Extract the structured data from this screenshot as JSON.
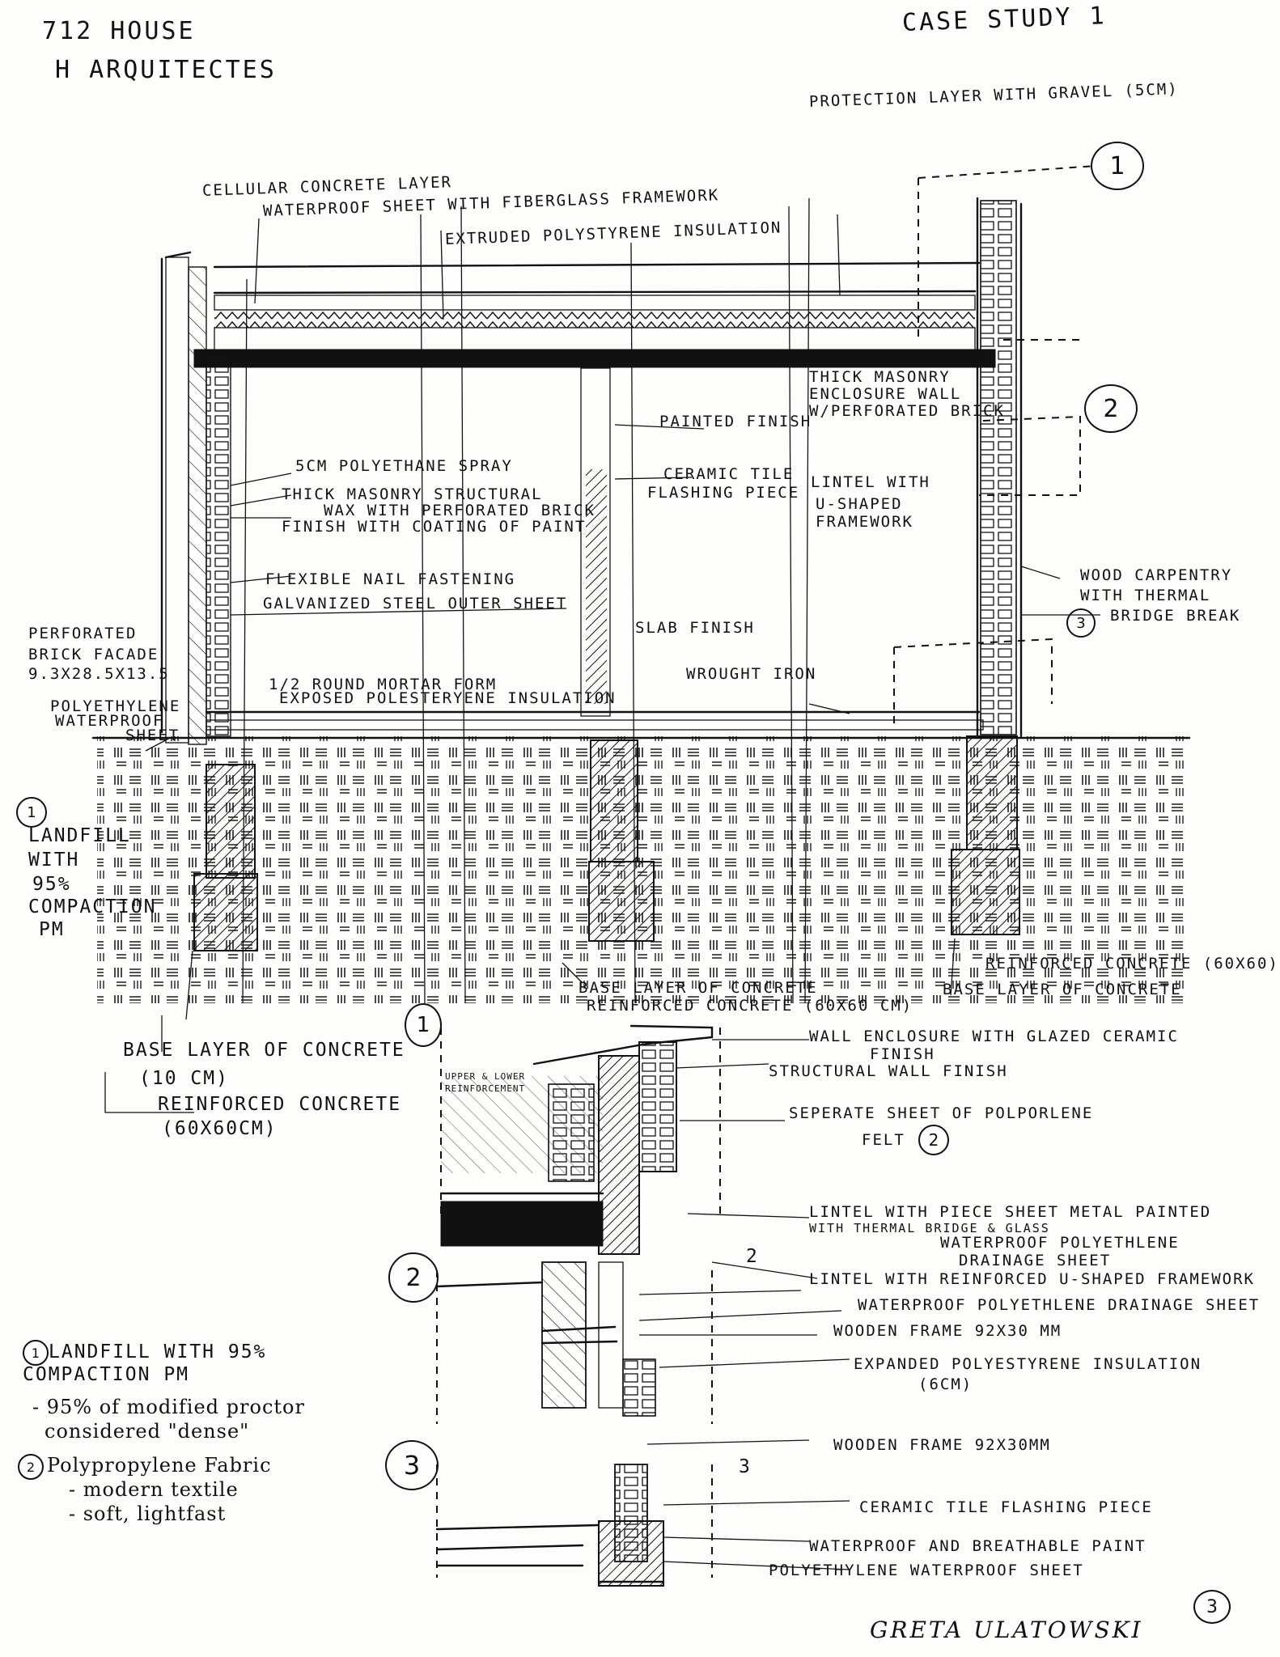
{
  "header": {
    "title_line1": "712 HOUSE",
    "title_line2": "H ARQUITECTES",
    "case_study": "CASE STUDY 1"
  },
  "section_labels": {
    "protection_layer": "PROTECTION LAYER WITH GRAVEL (5CM)",
    "cellular_concrete": "CELLULAR CONCRETE LAYER",
    "waterproof_sheet": "WATERPROOF SHEET WITH FIBERGLASS FRAMEWORK",
    "extruded_insulation": "EXTRUDED POLYSTYRENE INSULATION",
    "thick_masonry_1": "THICK MASONRY",
    "thick_masonry_2": "ENCLOSURE WALL",
    "thick_masonry_3": "W/PERFORATED BRICK",
    "painted_finish": "PAINTED FINISH",
    "ceramic_tile_1": "CERAMIC TILE",
    "ceramic_tile_2": "FLASHING PIECE",
    "lintel_1": "LINTEL WITH",
    "lintel_2": "U-SHAPED",
    "lintel_3": "FRAMEWORK",
    "poly_spray": "5CM POLYETHANE SPRAY",
    "masonry_structural_1": "THICK MASONRY STRUCTURAL",
    "masonry_structural_2": "WAX WITH PERFORATED BRICK",
    "finish_coating": "FINISH WITH COATING OF PAINT",
    "flexible_nail_1": "FLEXIBLE NAIL FASTENING",
    "flexible_nail_2": "GALVANIZED STEEL OUTER SHEET",
    "wood_carpentry_1": "WOOD CARPENTRY",
    "wood_carpentry_2": "WITH THERMAL",
    "wood_carpentry_3": "BRIDGE BREAK",
    "perforated_brick_1": "PERFORATED",
    "perforated_brick_2": "BRICK FACADE",
    "perforated_brick_3": "9.3X28.5X13.5",
    "slab_finish": "SLAB FINISH",
    "wrought_iron": "WROUGHT IRON",
    "mortar_form_1": "1/2 ROUND MORTAR FORM",
    "mortar_form_2": "EXPOSED POLESTERYENE INSULATION",
    "poly_sheet_1": "POLYETHYLENE",
    "poly_sheet_2": "WATERPROOF",
    "poly_sheet_3": "SHEET",
    "landfill_1": "LANDFILL",
    "landfill_2": "WITH",
    "landfill_3": "95%",
    "landfill_4": "COMPACTION",
    "landfill_5": "PM",
    "reinforced_right": "REINFORCED CONCRETE (60X60)",
    "base_right": "BASE LAYER OF CONCRETE",
    "base_mid": "BASE LAYER OF CONCRETE",
    "reinforced_mid": "REINFORCED CONCRETE (60X60 CM)",
    "base_left_1": "BASE LAYER OF CONCRETE",
    "base_left_2": "(10 CM)",
    "reinforced_left_1": "REINFORCED CONCRETE",
    "reinforced_left_2": "(60X60CM)"
  },
  "detail_1": {
    "number": "1",
    "inset_1": "UPPER & LOWER",
    "inset_2": "REINFORCEMENT",
    "wall_enclosure_1": "WALL ENCLOSURE WITH GLAZED CERAMIC",
    "wall_enclosure_2": "FINISH",
    "structural_wall": "STRUCTURAL WALL FINISH",
    "separate_sheet_1": "SEPERATE SHEET OF POLPORLENE",
    "separate_sheet_2": "FELT",
    "felt_ref": "2",
    "lintel_painted_1": "LINTEL WITH PIECE SHEET METAL PAINTED",
    "lintel_painted_2": "WITH THERMAL BRIDGE & GLASS",
    "drainage_1": "WATERPROOF POLYETHLENE",
    "drainage_2": "DRAINAGE SHEET"
  },
  "detail_2": {
    "number": "2",
    "tag": "2",
    "lintel_reinforced": "LINTEL WITH REINFORCED U-SHAPED FRAMEWORK",
    "waterproof_drainage": "WATERPROOF POLYETHLENE DRAINAGE SHEET",
    "wooden_frame": "WOODEN FRAME 92X30 MM",
    "expanded_1": "EXPANDED POLYESTYRENE INSULATION",
    "expanded_2": "(6CM)"
  },
  "detail_3": {
    "number": "3",
    "tag": "3",
    "wooden_frame": "WOODEN FRAME 92X30MM",
    "ceramic_tile": "CERAMIC TILE FLASHING PIECE",
    "breathable_paint": "WATERPROOF AND BREATHABLE PAINT",
    "poly_sheet": "POLYETHYLENE WATERPROOF SHEET"
  },
  "callout_markers": {
    "one": "1",
    "two": "2",
    "three": "3",
    "three_small": "3",
    "landfill_marker": "1",
    "bottom_marker": "3"
  },
  "notes": {
    "n1_title_1": "LANDFILL WITH 95%",
    "n1_title_2": "COMPACTION PM",
    "n1_bullet_1": "- 95% of modified proctor",
    "n1_bullet_2": "considered \"dense\"",
    "n1_marker": "1",
    "n2_title": "Polypropylene Fabric",
    "n2_marker": "2",
    "n2_bullet_1": "- modern textile",
    "n2_bullet_2": "- soft, lightfast"
  },
  "signature": "GRETA ULATOWSKI"
}
